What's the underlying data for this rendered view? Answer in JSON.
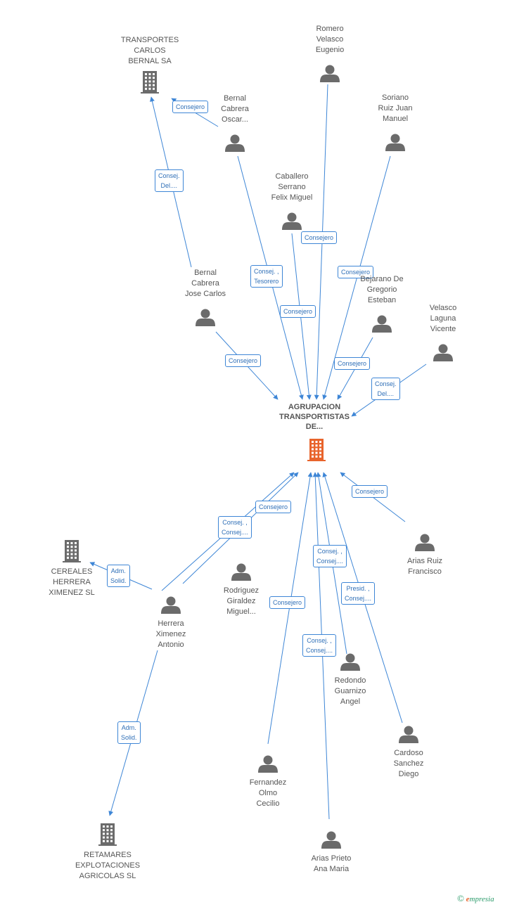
{
  "colors": {
    "edge": "#3e86d6",
    "person": "#6b6b6b",
    "company": "#6b6b6b",
    "main_company": "#e8642c"
  },
  "main_company": {
    "name": "AGRUPACION\nTRANSPORTISTAS\nDE..."
  },
  "companies": [
    {
      "id": "transportes",
      "name": "TRANSPORTES\nCARLOS\nBERNAL SA"
    },
    {
      "id": "cereales",
      "name": "CEREALES\nHERRERA\nXIMENEZ SL"
    },
    {
      "id": "retamares",
      "name": "RETAMARES\nEXPLOTACIONES\nAGRICOLAS SL"
    }
  ],
  "persons": [
    {
      "id": "romero",
      "name": "Romero\nVelasco\nEugenio"
    },
    {
      "id": "soriano",
      "name": "Soriano\nRuiz Juan\nManuel"
    },
    {
      "id": "bernal_oscar",
      "name": "Bernal\nCabrera\nOscar..."
    },
    {
      "id": "caballero",
      "name": "Caballero\nSerrano\nFelix Miguel"
    },
    {
      "id": "bernal_jose",
      "name": "Bernal\nCabrera\nJose Carlos"
    },
    {
      "id": "bejarano",
      "name": "Bejarano De\nGregorio\nEsteban"
    },
    {
      "id": "velasco",
      "name": "Velasco\nLaguna\nVicente"
    },
    {
      "id": "arias_ruiz",
      "name": "Arias Ruiz\nFrancisco"
    },
    {
      "id": "rodriguez",
      "name": "Rodriguez\nGiraldez\nMiguel..."
    },
    {
      "id": "herrera",
      "name": "Herrera\nXimenez\nAntonio"
    },
    {
      "id": "redondo",
      "name": "Redondo\nGuarnizo\nAngel"
    },
    {
      "id": "cardoso",
      "name": "Cardoso\nSanchez\nDiego"
    },
    {
      "id": "fernandez",
      "name": "Fernandez\nOlmo\nCecilio"
    },
    {
      "id": "arias_prieto",
      "name": "Arias Prieto\nAna Maria"
    }
  ],
  "relations": [
    {
      "id": "r1",
      "label": "Consejero"
    },
    {
      "id": "r2",
      "label": "Consej.\nDel...."
    },
    {
      "id": "r3",
      "label": "Consejero"
    },
    {
      "id": "r4",
      "label": "Consej. ,\nTesorero"
    },
    {
      "id": "r5",
      "label": "Consejero"
    },
    {
      "id": "r6",
      "label": "Consejero"
    },
    {
      "id": "r7",
      "label": "Consejero"
    },
    {
      "id": "r8",
      "label": "Consejero"
    },
    {
      "id": "r9",
      "label": "Consej.\nDel...."
    },
    {
      "id": "r10",
      "label": "Consejero"
    },
    {
      "id": "r11",
      "label": "Consejero"
    },
    {
      "id": "r12",
      "label": "Consej. ,\nConsej...."
    },
    {
      "id": "r13",
      "label": "Adm.\nSolid."
    },
    {
      "id": "r14",
      "label": "Consej. ,\nConsej...."
    },
    {
      "id": "r15",
      "label": "Presid. ,\nConsej...."
    },
    {
      "id": "r16",
      "label": "Consejero"
    },
    {
      "id": "r17",
      "label": "Consej. ,\nConsej...."
    },
    {
      "id": "r18",
      "label": "Adm.\nSolid."
    }
  ],
  "footer": {
    "copyright": "©",
    "brand_e": "e",
    "brand_rest": "mpresia"
  }
}
